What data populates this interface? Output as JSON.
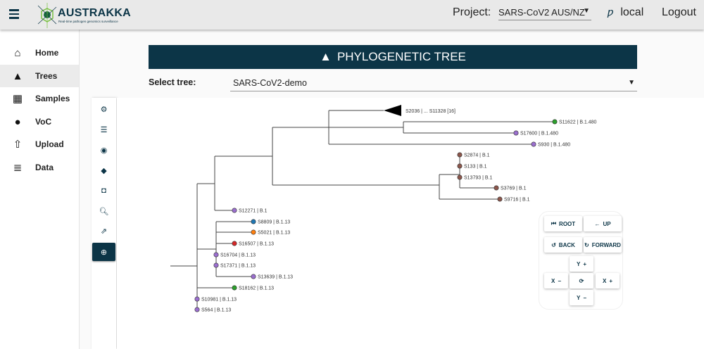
{
  "header": {
    "logo_text": "AUSTRAKKA",
    "logo_tagline": "Real-time pathogen genomics surveillance",
    "project_label": "Project:",
    "project_value": "SARS-CoV2 AUS/NZ",
    "user": "local",
    "logout": "Logout"
  },
  "sidebar": {
    "items": [
      {
        "label": "Home",
        "icon": "home-icon"
      },
      {
        "label": "Trees",
        "icon": "tree-icon",
        "active": true
      },
      {
        "label": "Samples",
        "icon": "table-icon"
      },
      {
        "label": "VoC",
        "icon": "exclamation-icon"
      },
      {
        "label": "Upload",
        "icon": "upload-icon"
      },
      {
        "label": "Data",
        "icon": "database-icon"
      }
    ]
  },
  "main": {
    "title": "PHYLOGENETIC TREE",
    "select_label": "Select tree:",
    "select_value": "SARS-CoV2-demo"
  },
  "toolbar": [
    "settings-icon",
    "sliders-icon",
    "eye-icon",
    "tags-icon",
    "share-icon",
    "search-icon",
    "export-icon",
    "zoom-icon"
  ],
  "controls": {
    "root": "ROOT",
    "up": "UP",
    "back": "BACK",
    "forward": "FORWARD",
    "y_plus": "Y",
    "y_minus": "Y",
    "x_minus": "X",
    "x_plus": "X"
  },
  "colors": {
    "brand": "#0c3547",
    "purple": "#9b6fcf",
    "green": "#2ca02c",
    "brown": "#8c564b",
    "blue": "#1f77b4",
    "orange": "#ff7f0e",
    "red": "#d62728"
  },
  "tree": {
    "collapsed": "S2036 | ... S11328 [16]",
    "leaves": [
      {
        "label": "S11622 | B.1.480",
        "color": "green"
      },
      {
        "label": "S17600 | B.1.480",
        "color": "purple"
      },
      {
        "label": "S930 | B.1.480",
        "color": "purple"
      },
      {
        "label": "S2874 | B.1",
        "color": "brown"
      },
      {
        "label": "S133 | B.1",
        "color": "brown"
      },
      {
        "label": "S13793 | B.1",
        "color": "brown"
      },
      {
        "label": "S3769 | B.1",
        "color": "brown"
      },
      {
        "label": "S9716 | B.1",
        "color": "brown"
      },
      {
        "label": "S12271 | B.1",
        "color": "purple"
      },
      {
        "label": "S8809 | B.1.13",
        "color": "blue"
      },
      {
        "label": "S5021 | B.1.13",
        "color": "orange"
      },
      {
        "label": "S16507 | B.1.13",
        "color": "red"
      },
      {
        "label": "S16704 | B.1.13",
        "color": "purple"
      },
      {
        "label": "S17371 | B.1.13",
        "color": "purple"
      },
      {
        "label": "S13639 | B.1.13",
        "color": "purple"
      },
      {
        "label": "S18162 | B.1.13",
        "color": "green"
      },
      {
        "label": "S10981 | B.1.13",
        "color": "purple"
      },
      {
        "label": "S564 | B.1.13",
        "color": "purple"
      }
    ]
  }
}
